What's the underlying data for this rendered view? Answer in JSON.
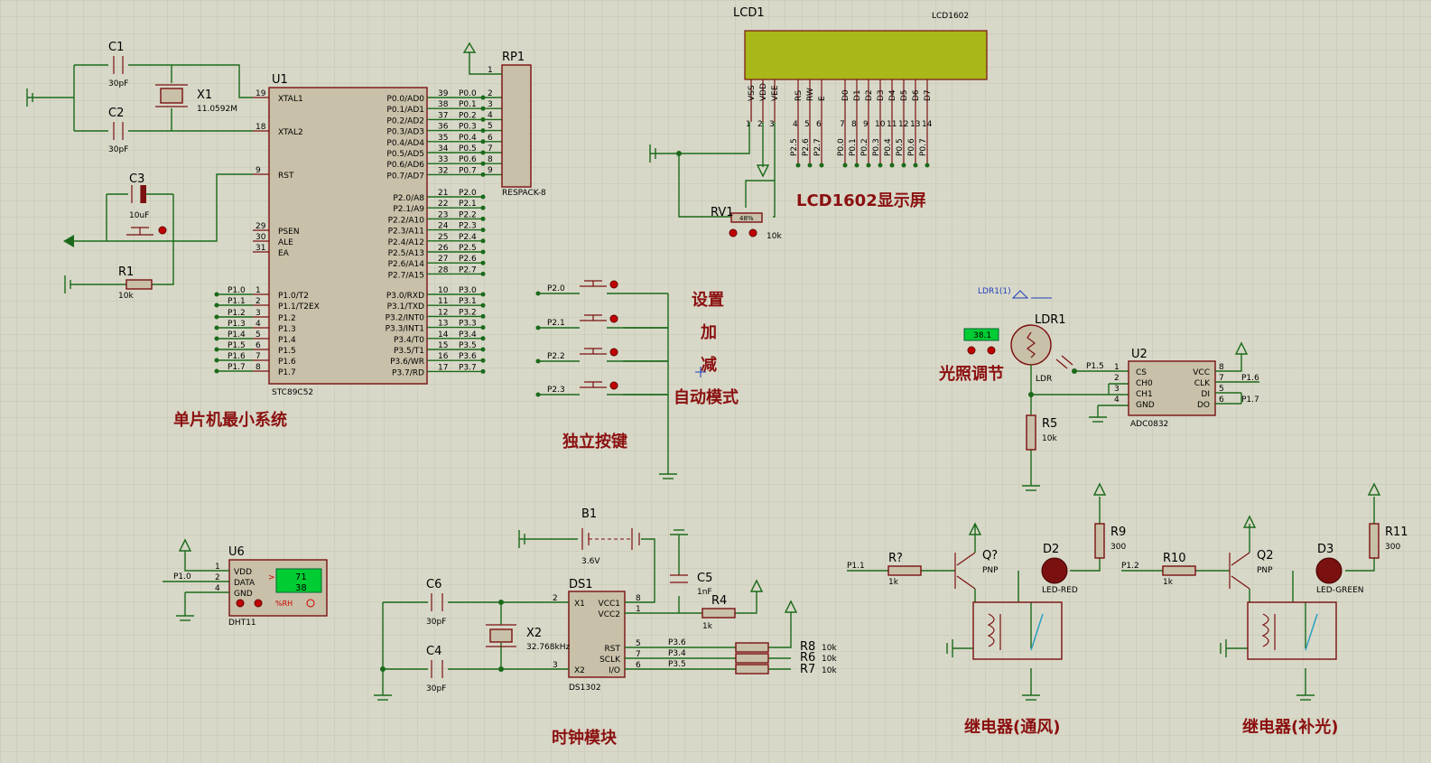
{
  "colors": {
    "background": "#d8d8c8",
    "grid": "#c4c4b0",
    "wire": "#1a6a1a",
    "part": "#7a1010",
    "label_red": "#8b1010",
    "lcd": "#a8b818"
  },
  "sections": {
    "mcu": "单片机最小系统",
    "keys": "独立按键",
    "lcd": "LCD1602显示屏",
    "light": "光照调节",
    "clock": "时钟模块",
    "relay_fan": "继电器(通风)",
    "relay_light": "继电器(补光)"
  },
  "key_labels": [
    "设置",
    "加",
    "减",
    "自动模式"
  ],
  "mcu": {
    "ref": "U1",
    "type": "STC89C52",
    "left_pins": [
      [
        "19",
        "XTAL1"
      ],
      [
        "18",
        "XTAL2"
      ],
      [
        "9",
        "RST"
      ],
      [
        "29",
        "PSEN"
      ],
      [
        "30",
        "ALE"
      ],
      [
        "31",
        "EA"
      ],
      [
        "1",
        "P1.0/T2"
      ],
      [
        "2",
        "P1.1/T2EX"
      ],
      [
        "3",
        "P1.2"
      ],
      [
        "4",
        "P1.3"
      ],
      [
        "5",
        "P1.4"
      ],
      [
        "6",
        "P1.5"
      ],
      [
        "7",
        "P1.6"
      ],
      [
        "8",
        "P1.7"
      ]
    ],
    "right_pins": [
      [
        "39",
        "P0.0/AD0",
        "P0.0"
      ],
      [
        "38",
        "P0.1/AD1",
        "P0.1"
      ],
      [
        "37",
        "P0.2/AD2",
        "P0.2"
      ],
      [
        "36",
        "P0.3/AD3",
        "P0.3"
      ],
      [
        "35",
        "P0.4/AD4",
        "P0.4"
      ],
      [
        "34",
        "P0.5/AD5",
        "P0.5"
      ],
      [
        "33",
        "P0.6/AD6",
        "P0.6"
      ],
      [
        "32",
        "P0.7/AD7",
        "P0.7"
      ],
      [
        "21",
        "P2.0/A8",
        "P2.0"
      ],
      [
        "22",
        "P2.1/A9",
        "P2.1"
      ],
      [
        "23",
        "P2.2/A10",
        "P2.2"
      ],
      [
        "24",
        "P2.3/A11",
        "P2.3"
      ],
      [
        "25",
        "P2.4/A12",
        "P2.4"
      ],
      [
        "26",
        "P2.5/A13",
        "P2.5"
      ],
      [
        "27",
        "P2.6/A14",
        "P2.6"
      ],
      [
        "28",
        "P2.7/A15",
        "P2.7"
      ],
      [
        "10",
        "P3.0/RXD",
        "P3.0"
      ],
      [
        "11",
        "P3.1/TXD",
        "P3.1"
      ],
      [
        "12",
        "P3.2/INT0",
        "P3.2"
      ],
      [
        "13",
        "P3.3/INT1",
        "P3.3"
      ],
      [
        "14",
        "P3.4/T0",
        "P3.4"
      ],
      [
        "15",
        "P3.5/T1",
        "P3.5"
      ],
      [
        "16",
        "P3.6/WR",
        "P3.6"
      ],
      [
        "17",
        "P3.7/RD",
        "P3.7"
      ]
    ],
    "left_nets": [
      "P1.0",
      "P1.1",
      "P1.2",
      "P1.3",
      "P1.4",
      "P1.5",
      "P1.6",
      "P1.7"
    ]
  },
  "crystal": {
    "c1": "C1",
    "c1v": "30pF",
    "c2": "C2",
    "c2v": "30pF",
    "x1": "X1",
    "x1v": "11.0592M",
    "c3": "C3",
    "c3v": "10uF",
    "r1": "R1",
    "r1v": "10k"
  },
  "respack": {
    "ref": "RP1",
    "type": "RESPACK-8",
    "pins": [
      "1",
      "2",
      "3",
      "4",
      "5",
      "6",
      "7",
      "8",
      "9"
    ]
  },
  "lcd": {
    "ref": "LCD1",
    "type": "LCD1602",
    "pins": [
      "VSS",
      "VDD",
      "VEE",
      "RS",
      "RW",
      "E",
      "D0",
      "D1",
      "D2",
      "D3",
      "D4",
      "D5",
      "D6",
      "D7"
    ],
    "nums": [
      "1",
      "2",
      "3",
      "4",
      "5",
      "6",
      "7",
      "8",
      "9",
      "10",
      "11",
      "12",
      "13",
      "14"
    ],
    "nets": [
      "P2.5",
      "P2.6",
      "P2.7",
      "P0.0",
      "P0.1",
      "P0.2",
      "P0.3",
      "P0.4",
      "P0.5",
      "P0.6",
      "P0.7"
    ],
    "rv": "RV1",
    "rvv": "10k",
    "rv_pct": "48%"
  },
  "keys": {
    "nets": [
      "P2.0",
      "P2.1",
      "P2.2",
      "P2.3"
    ]
  },
  "ldr": {
    "ref": "LDR1",
    "type": "LDR",
    "probe": "LDR1(1)",
    "reading": "38.1",
    "r5": "R5",
    "r5v": "10k",
    "net": "P1.5"
  },
  "adc": {
    "ref": "U2",
    "type": "ADC0832",
    "left": [
      [
        "1",
        "CS"
      ],
      [
        "2",
        "CH0"
      ],
      [
        "3",
        "CH1"
      ],
      [
        "4",
        "GND"
      ]
    ],
    "right": [
      [
        "8",
        "VCC"
      ],
      [
        "7",
        "CLK"
      ],
      [
        "5",
        "DI"
      ],
      [
        "6",
        "DO"
      ]
    ],
    "nets": [
      "P1.6",
      "P1.7"
    ]
  },
  "dht": {
    "ref": "U6",
    "type": "DHT11",
    "pins": [
      [
        "1",
        "VDD"
      ],
      [
        "2",
        "DATA"
      ],
      [
        "4",
        "GND"
      ]
    ],
    "net": "P1.0",
    "temp": "71",
    "hum": "38",
    "unit": "%RH",
    "arrow": ">"
  },
  "rtc": {
    "ref": "DS1",
    "type": "DS1302",
    "left": [
      [
        "2",
        "X1"
      ],
      [
        "3",
        "X2"
      ]
    ],
    "right": [
      [
        "8",
        "VCC1"
      ],
      [
        "1",
        "VCC2"
      ],
      [
        "5",
        "RST"
      ],
      [
        "7",
        "SCLK"
      ],
      [
        "6",
        "I/O"
      ]
    ],
    "nets": [
      "P3.6",
      "P3.4",
      "P3.5"
    ],
    "b1": "B1",
    "b1v": "3.6V",
    "c5": "C5",
    "c5v": "1nF",
    "c6": "C6",
    "c6v": "30pF",
    "c4": "C4",
    "c4v": "30pF",
    "x2": "X2",
    "x2v": "32.768kHz",
    "r4": "R4",
    "r4v": "1k",
    "r8": "R8",
    "r6": "R6",
    "r7": "R7",
    "rv": "10k"
  },
  "relay1": {
    "net": "P1.1",
    "r": "R?",
    "rv": "1k",
    "q": "Q?",
    "qt": "PNP",
    "d": "D2",
    "dt": "LED-RED",
    "r9": "R9",
    "r9v": "300"
  },
  "relay2": {
    "net": "P1.2",
    "r": "R10",
    "rv": "1k",
    "q": "Q2",
    "qt": "PNP",
    "d": "D3",
    "dt": "LED-GREEN",
    "r11": "R11",
    "r11v": "300"
  }
}
